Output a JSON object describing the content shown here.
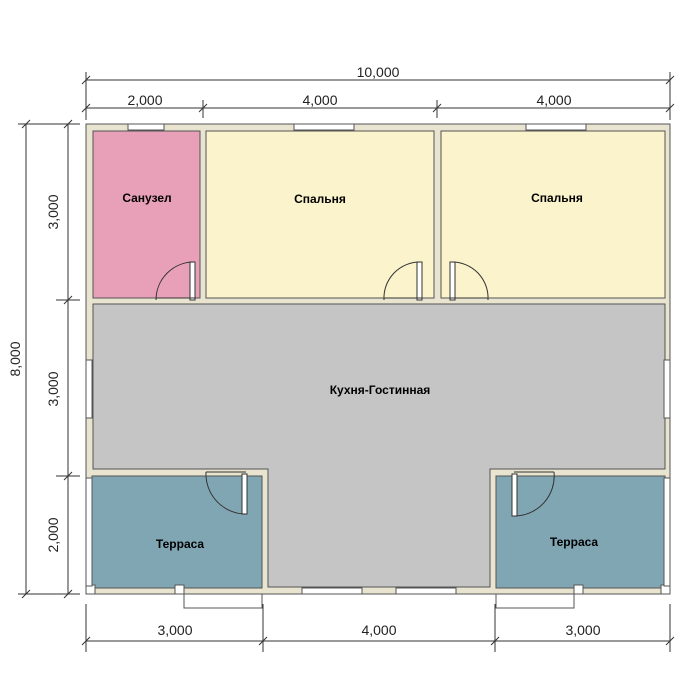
{
  "dimensions": {
    "top_total": "10,000",
    "top_segments": [
      "2,000",
      "4,000",
      "4,000"
    ],
    "bottom_segments": [
      "3,000",
      "4,000",
      "3,000"
    ],
    "left_total": "8,000",
    "left_segments": [
      "3,000",
      "3,000",
      "2,000"
    ]
  },
  "rooms": {
    "bathroom": "Санузел",
    "bedroom_1": "Спальня",
    "bedroom_2": "Спальня",
    "kitchen_living": "Кухня-Гостинная",
    "terrace_left": "Терраса",
    "terrace_right": "Терраса"
  },
  "colors": {
    "bathroom": "#e8a0b8",
    "bedroom": "#fbf3cb",
    "kitchen_living": "#c5c5c5",
    "terrace": "#81a6b3",
    "wall": "#e8e4cf"
  }
}
